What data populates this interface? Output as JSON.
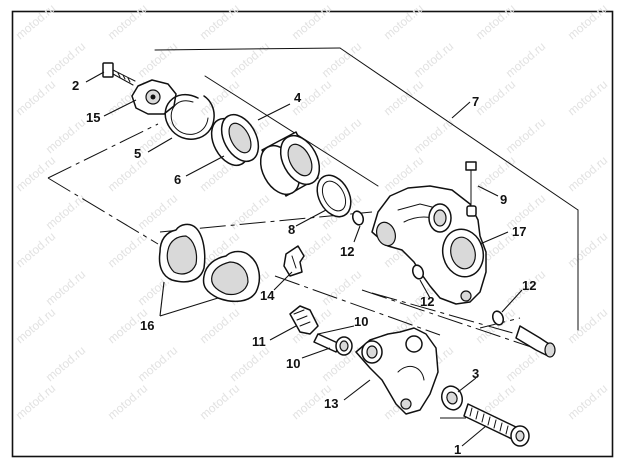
{
  "watermark": "motod.ru",
  "callouts": {
    "c1": "1",
    "c2": "2",
    "c3": "3",
    "c4": "4",
    "c5": "5",
    "c6": "6",
    "c7": "7",
    "c8": "8",
    "c9": "9",
    "c10a": "10",
    "c10b": "10",
    "c11": "11",
    "c12a": "12",
    "c12b": "12",
    "c12c": "12",
    "c13": "13",
    "c14": "14",
    "c15": "15",
    "c16": "16",
    "c17": "17"
  }
}
